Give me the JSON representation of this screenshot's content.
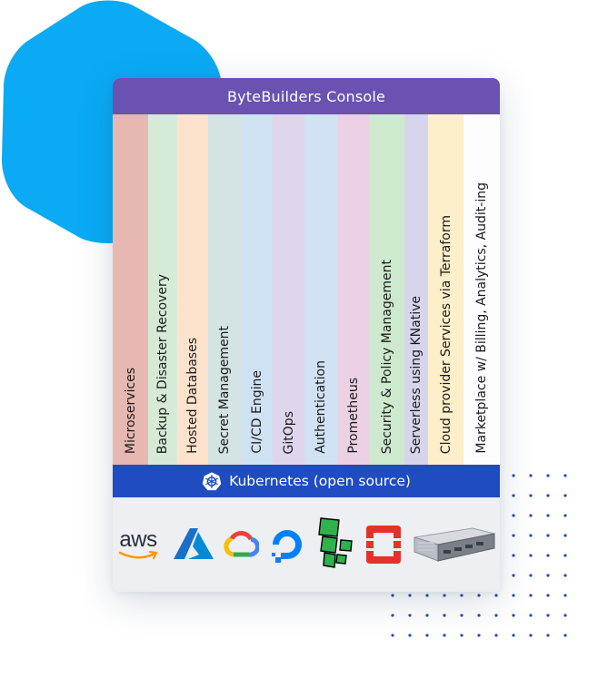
{
  "console": {
    "title": "ByteBuilders Console"
  },
  "services": [
    {
      "label": "Microservices",
      "color": "#e6b8b1",
      "width": 39
    },
    {
      "label": "Backup & Disaster Recovery",
      "color": "#d6ebd7",
      "width": 32
    },
    {
      "label": "Hosted Databases",
      "color": "#fde2cc",
      "width": 34
    },
    {
      "label": "Secret Management",
      "color": "#d4e3e3",
      "width": 36
    },
    {
      "label": "CI/CD Engine",
      "color": "#cfe2f3",
      "width": 35
    },
    {
      "label": "GitOps",
      "color": "#dfd6ee",
      "width": 35
    },
    {
      "label": "Authentication",
      "color": "#d0e2f4",
      "width": 36
    },
    {
      "label": "Prometheus",
      "color": "#ecd1e4",
      "width": 35
    },
    {
      "label": "Security & Policy Management",
      "color": "#cde9ce",
      "width": 39
    },
    {
      "label": "Serverless using KNative",
      "color": "#d6d5ec",
      "width": 26
    },
    {
      "label": "Cloud provider Services via Terraform",
      "color": "#fdefc9",
      "width": 39
    },
    {
      "label": "Marketplace w/ Billing, Analytics, Audit-ing",
      "color": "#fdfdfd",
      "width": 40
    }
  ],
  "kubernetes": {
    "label": "Kubernetes (open source)",
    "icon": "kubernetes-helm-icon"
  },
  "providers": [
    {
      "name": "aws-logo",
      "text": "aws"
    },
    {
      "name": "azure-icon"
    },
    {
      "name": "google-cloud-icon"
    },
    {
      "name": "digitalocean-icon"
    },
    {
      "name": "linode-icon"
    },
    {
      "name": "openstack-icon"
    },
    {
      "name": "bare-metal-server-icon"
    }
  ],
  "colors": {
    "header": "#6952b1",
    "kubernetes_bar": "#1f4cc1",
    "hexagon": "#0aaaf5",
    "provider_bg": "#eeeff2"
  }
}
